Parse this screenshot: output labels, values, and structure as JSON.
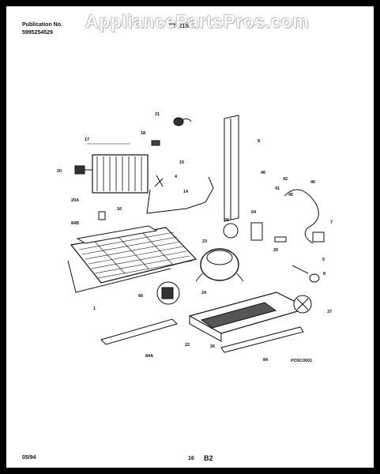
{
  "watermark": "AppliancePartsPros.com",
  "header": {
    "pub_label": "Publication No.",
    "pub_number": "5995254529",
    "model": "FRT21S6A"
  },
  "footer": {
    "date": "05/94",
    "page": "16",
    "section": "B2"
  },
  "diagram_code": "PO5C0001",
  "callouts": [
    "21",
    "18",
    "17",
    "15",
    "8",
    "20",
    "4",
    "46",
    "42",
    "46",
    "41",
    "45",
    "20A",
    "14",
    "16",
    "84B",
    "64",
    "26",
    "7",
    "23",
    "20",
    "5",
    "1",
    "66",
    "8",
    "24",
    "37",
    "84A",
    "22",
    "26",
    "84"
  ]
}
